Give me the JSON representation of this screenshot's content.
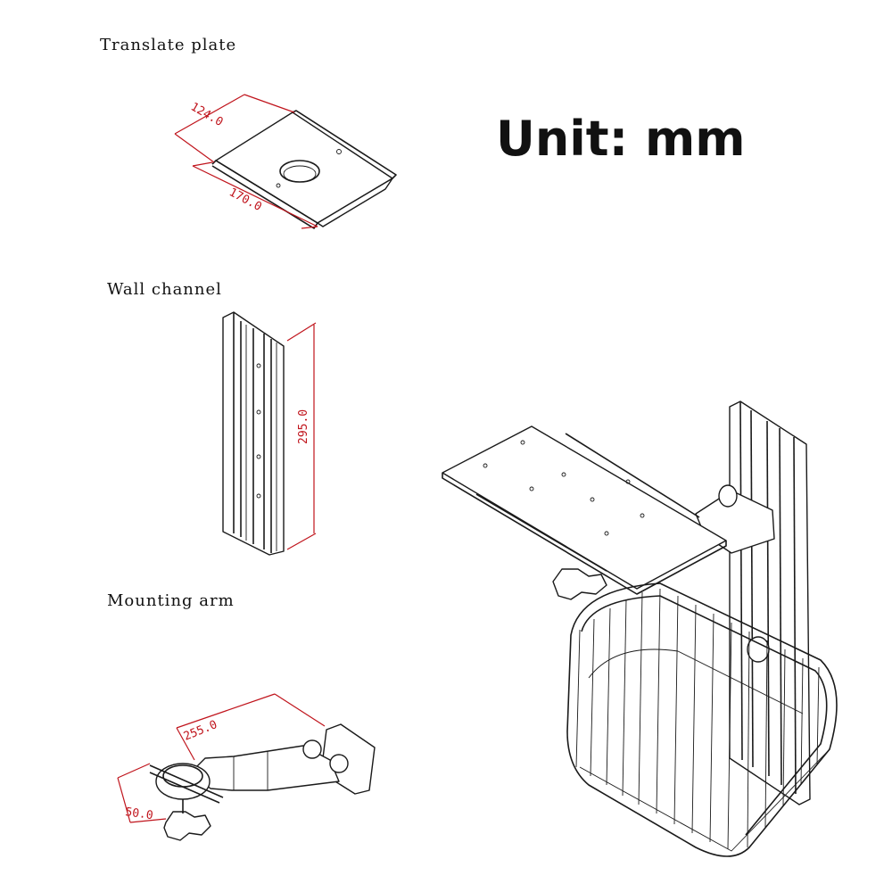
{
  "labels": {
    "translate_plate": "Translate plate",
    "wall_channel": "Wall channel",
    "mounting_arm": "Mounting arm",
    "unit": "Unit: mm"
  },
  "dimensions": {
    "plate_depth": "124.0",
    "plate_width": "170.0",
    "channel_height": "295.0",
    "arm_length": "255.0",
    "arm_diameter": "50.0"
  },
  "colors": {
    "dimension_lines": "#c0141c",
    "line_art": "#1a1a1a"
  }
}
